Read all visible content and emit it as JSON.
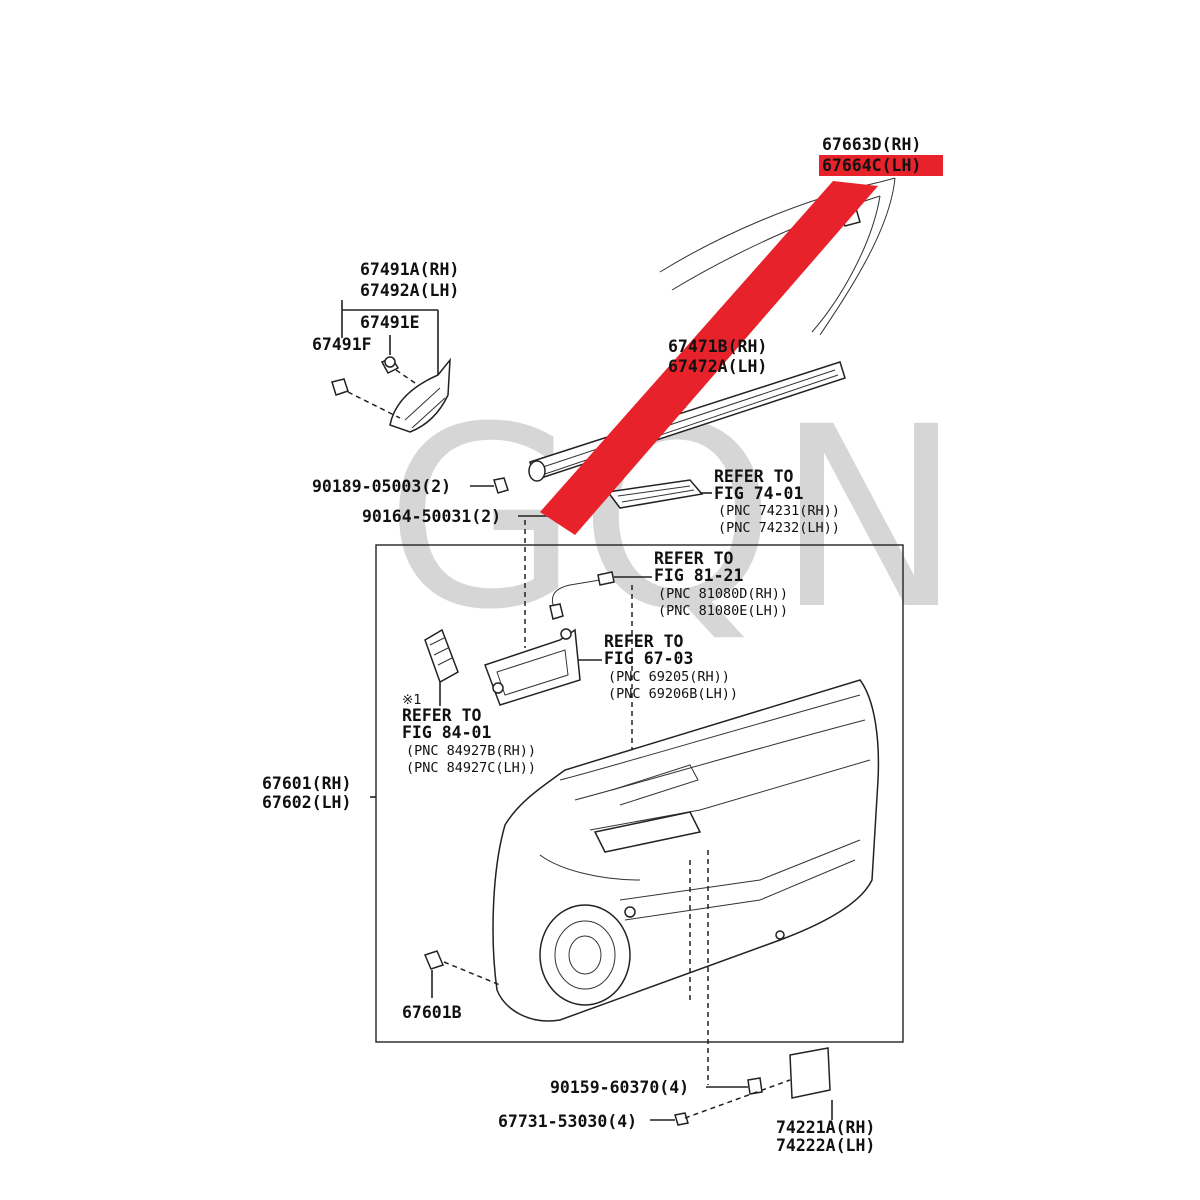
{
  "watermark": "GQN",
  "highlight_color": "#e8222a",
  "labels": {
    "p67663d": "67663D(RH)",
    "p67664c": "67664C(LH)",
    "p67491a": "67491A(RH)",
    "p67492a": "67492A(LH)",
    "p67491e": "67491E",
    "p67491f": "67491F",
    "p67471b": "67471B(RH)",
    "p67472a": "67472A(LH)",
    "p90189": "90189-05003(2)",
    "p90164": "90164-50031(2)",
    "ref74_1": "REFER TO",
    "ref74_2": "FIG 74-01",
    "ref74_3": "(PNC 74231(RH))",
    "ref74_4": "(PNC 74232(LH))",
    "ref81_1": "REFER TO",
    "ref81_2": "FIG 81-21",
    "ref81_3": "(PNC 81080D(RH))",
    "ref81_4": "(PNC 81080E(LH))",
    "ref67_1": "REFER TO",
    "ref67_2": "FIG 67-03",
    "ref67_3": "(PNC 69205(RH))",
    "ref67_4": "(PNC 69206B(LH))",
    "note1": "※1",
    "ref84_1": "REFER TO",
    "ref84_2": "FIG 84-01",
    "ref84_3": "(PNC 84927B(RH))",
    "ref84_4": "(PNC 84927C(LH))",
    "p67601": "67601(RH)",
    "p67602": "67602(LH)",
    "p67601b": "67601B",
    "p90159": "90159-60370(4)",
    "p67731": "67731-53030(4)",
    "p74221a": "74221A(RH)",
    "p74222a": "74222A(LH)"
  }
}
